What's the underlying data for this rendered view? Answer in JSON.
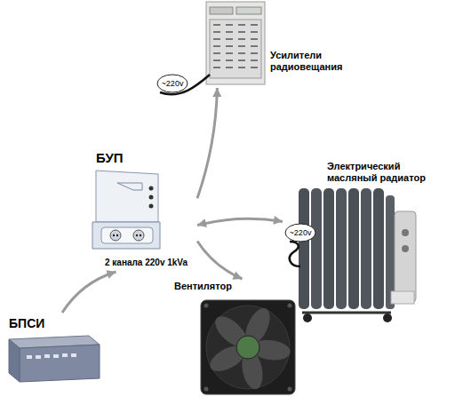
{
  "diagram": {
    "nodes": [
      {
        "text": [
          "Усилители радиовещания"
        ]
      },
      {
        "text": [
          "БУП",
          "2 канала 220v 1kVa"
        ]
      },
      {
        "text": [
          "Электрический масляный радиатор"
        ]
      },
      {
        "text": [
          "Вентилятор"
        ]
      },
      {
        "text": [
          "БПСИ"
        ]
      }
    ],
    "edges": [
      {
        "from": 4,
        "to": 1,
        "arrow": "to"
      },
      {
        "from": 1,
        "to": 0,
        "arrow": "to"
      },
      {
        "from": 1,
        "to": 2,
        "arrow": "both"
      },
      {
        "from": 1,
        "to": 3,
        "arrow": "to"
      }
    ],
    "labels": [
      "~220v",
      "~220v"
    ]
  }
}
